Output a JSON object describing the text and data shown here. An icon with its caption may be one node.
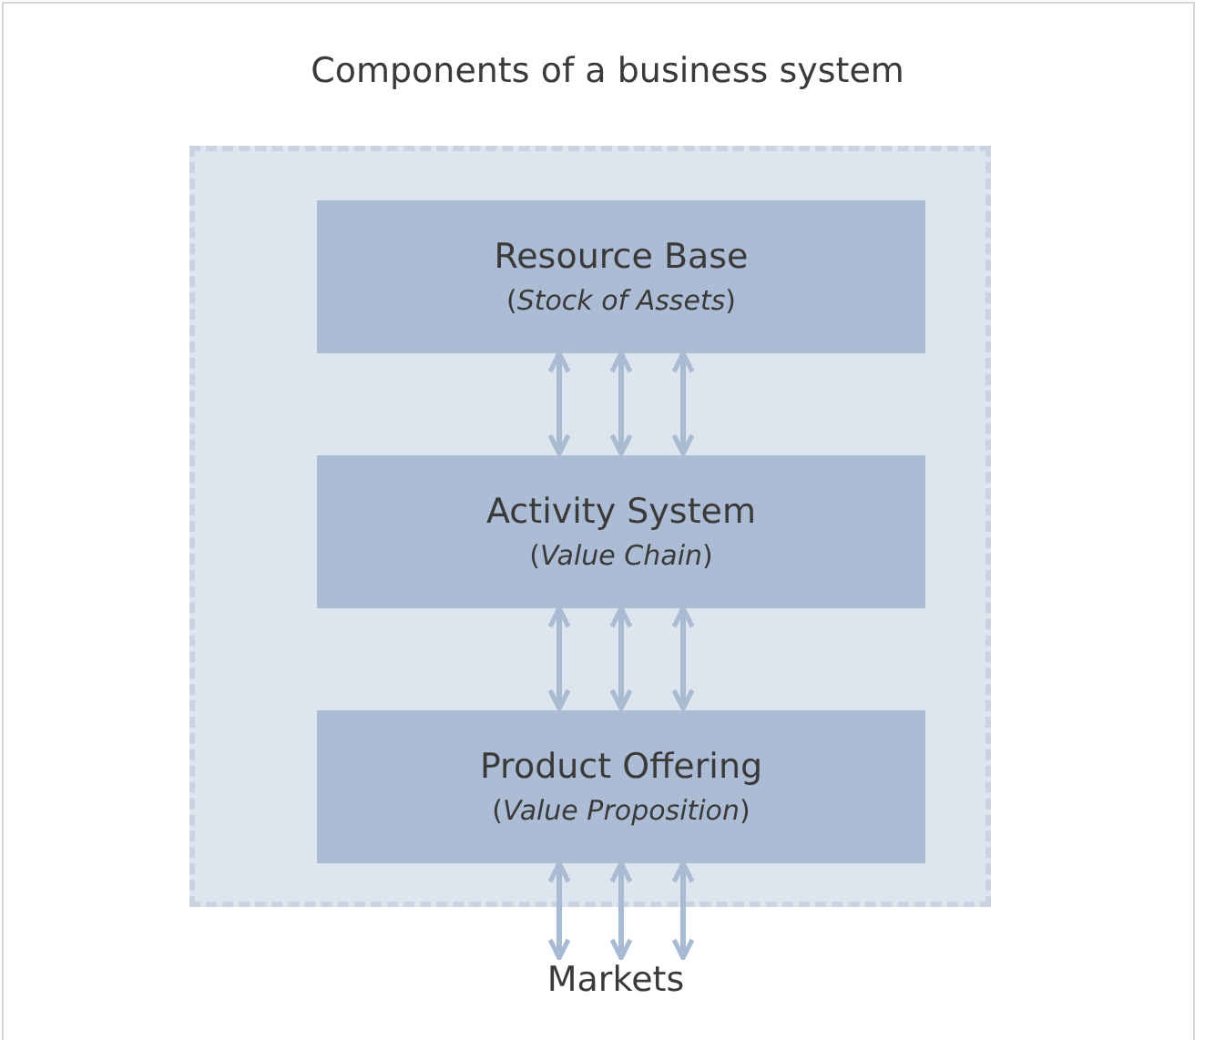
{
  "diagram": {
    "title": "Components of a business system",
    "nodes": [
      {
        "text": [],
        "shape": "box"
      },
      {
        "text": [
          "Resource Base",
          "(*Stock of Assets*)"
        ],
        "in": 0
      },
      {
        "text": [
          "Activity System",
          "(*Value Chain*)"
        ],
        "in": 0
      },
      {
        "text": [
          "Product Offering",
          "(*Value Proposition*)"
        ],
        "in": 0
      },
      {
        "text": [
          "Markets"
        ]
      }
    ],
    "edges": [
      {
        "from": 1,
        "to": 2,
        "arrow": "both"
      },
      {
        "from": 1,
        "to": 2,
        "arrow": "both"
      },
      {
        "from": 1,
        "to": 2,
        "arrow": "both"
      },
      {
        "from": 2,
        "to": 3,
        "arrow": "both"
      },
      {
        "from": 2,
        "to": 3,
        "arrow": "both"
      },
      {
        "from": 2,
        "to": 3,
        "arrow": "both"
      },
      {
        "from": 3,
        "to": 4,
        "arrow": "both"
      },
      {
        "from": 3,
        "to": 4,
        "arrow": "both"
      },
      {
        "from": 3,
        "to": 4,
        "arrow": "both"
      }
    ]
  }
}
